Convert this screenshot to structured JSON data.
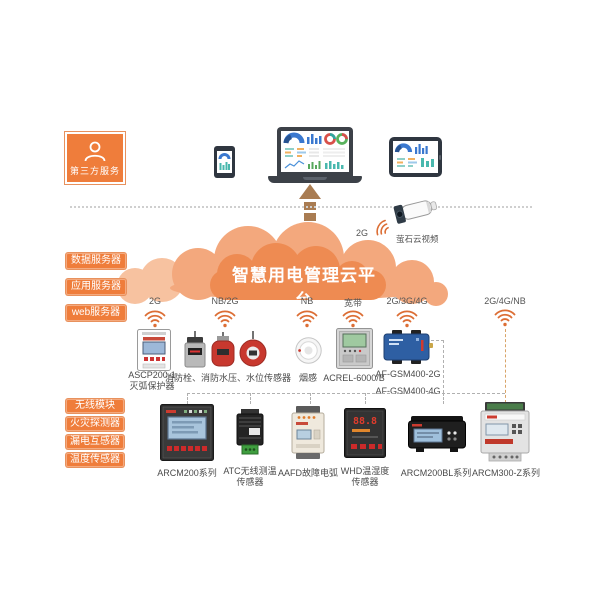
{
  "colors": {
    "accent_orange": "#EF7D3B",
    "cloud_main": "#EE8B52",
    "cloud_light": "#F3A87D",
    "cloud_pale": "#F7C2A0",
    "wifi_icon": "#DC6E35",
    "arrow_brown": "#A97C52",
    "dashed_gray": "#b0b0b0",
    "dashed_orange": "#D9A468"
  },
  "third_party": {
    "label": "第三方服务"
  },
  "camera": {
    "signal": "2G",
    "label": "萤石云视频"
  },
  "cloud": {
    "title": "智慧用电管理云平台"
  },
  "server_buttons": [
    {
      "label": "数据服务器"
    },
    {
      "label": "应用服务器"
    },
    {
      "label": "web服务器"
    }
  ],
  "module_buttons": [
    {
      "label": "无线模块"
    },
    {
      "label": "火灾探测器"
    },
    {
      "label": "漏电互感器"
    },
    {
      "label": "温度传感器"
    }
  ],
  "row1": [
    {
      "signal": "2G",
      "caption_lines": [
        "ASCP200-1",
        "灭弧保护器"
      ]
    },
    {
      "signal": "NB/2G",
      "caption_lines": [
        "消防栓、消防水压、水位传感器"
      ]
    },
    {
      "signal": "NB",
      "caption_lines": [
        "烟感"
      ]
    },
    {
      "signal": "宽带",
      "caption_lines": [
        "ACREL-6000/B"
      ]
    },
    {
      "signal": "2G/3G/4G",
      "caption_lines": [
        "AF-GSM400-2G",
        "AF-GSM400-4G"
      ]
    },
    {
      "signal": "2G/4G/NB",
      "caption_lines": [
        "ARCM300-Z系列"
      ]
    }
  ],
  "row2": [
    {
      "caption_lines": [
        "ARCM200系列"
      ]
    },
    {
      "caption_lines": [
        "ATC无线测温",
        "传感器"
      ]
    },
    {
      "caption_lines": [
        "AAFD故障电弧"
      ]
    },
    {
      "caption_lines": [
        "WHD温湿度",
        "传感器"
      ]
    },
    {
      "caption_lines": [
        "ARCM200BL系列"
      ]
    }
  ]
}
